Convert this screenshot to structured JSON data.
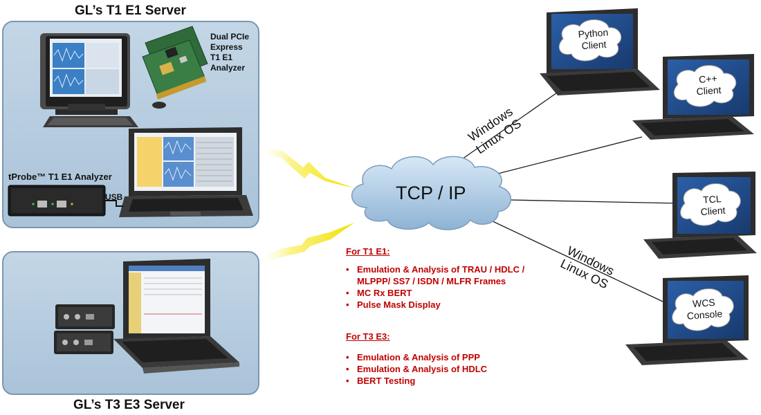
{
  "top_server": {
    "title": "GL’s T1 E1 Server",
    "card_label_lines": [
      "Dual PCIe",
      "Express",
      "T1 E1",
      "Analyzer"
    ],
    "tprobe_label": "tProbe™ T1 E1 Analyzer",
    "usb_label": "USB"
  },
  "bottom_server": {
    "title": "GL’s T3 E3 Server"
  },
  "network": {
    "label": "TCP / IP"
  },
  "os_labels": {
    "upper": [
      "Windows",
      "Linux OS"
    ],
    "lower": [
      "Windows",
      "Linux OS"
    ]
  },
  "clients": [
    {
      "lines": [
        "Python",
        "Client"
      ]
    },
    {
      "lines": [
        "C++",
        "Client"
      ]
    },
    {
      "lines": [
        "TCL",
        "Client"
      ]
    },
    {
      "lines": [
        "WCS",
        "Console"
      ]
    }
  ],
  "features": {
    "t1e1": {
      "heading": "For T1 E1:",
      "items": [
        [
          "Emulation &  Analysis of TRAU / HDLC /",
          "MLPPP/ SS7 / ISDN / MLFR Frames"
        ],
        [
          "MC Rx BERT"
        ],
        [
          "Pulse Mask Display"
        ]
      ]
    },
    "t3e3": {
      "heading": "For T3 E3:",
      "items": [
        [
          "Emulation & Analysis of PPP"
        ],
        [
          "Emulation & Analysis of HDLC"
        ],
        [
          "BERT Testing"
        ]
      ]
    }
  },
  "colors": {
    "panel": "#b4cadd",
    "feature_text": "#c00000",
    "lightning": "#f5e400",
    "cloud": "#b9d4ea"
  }
}
